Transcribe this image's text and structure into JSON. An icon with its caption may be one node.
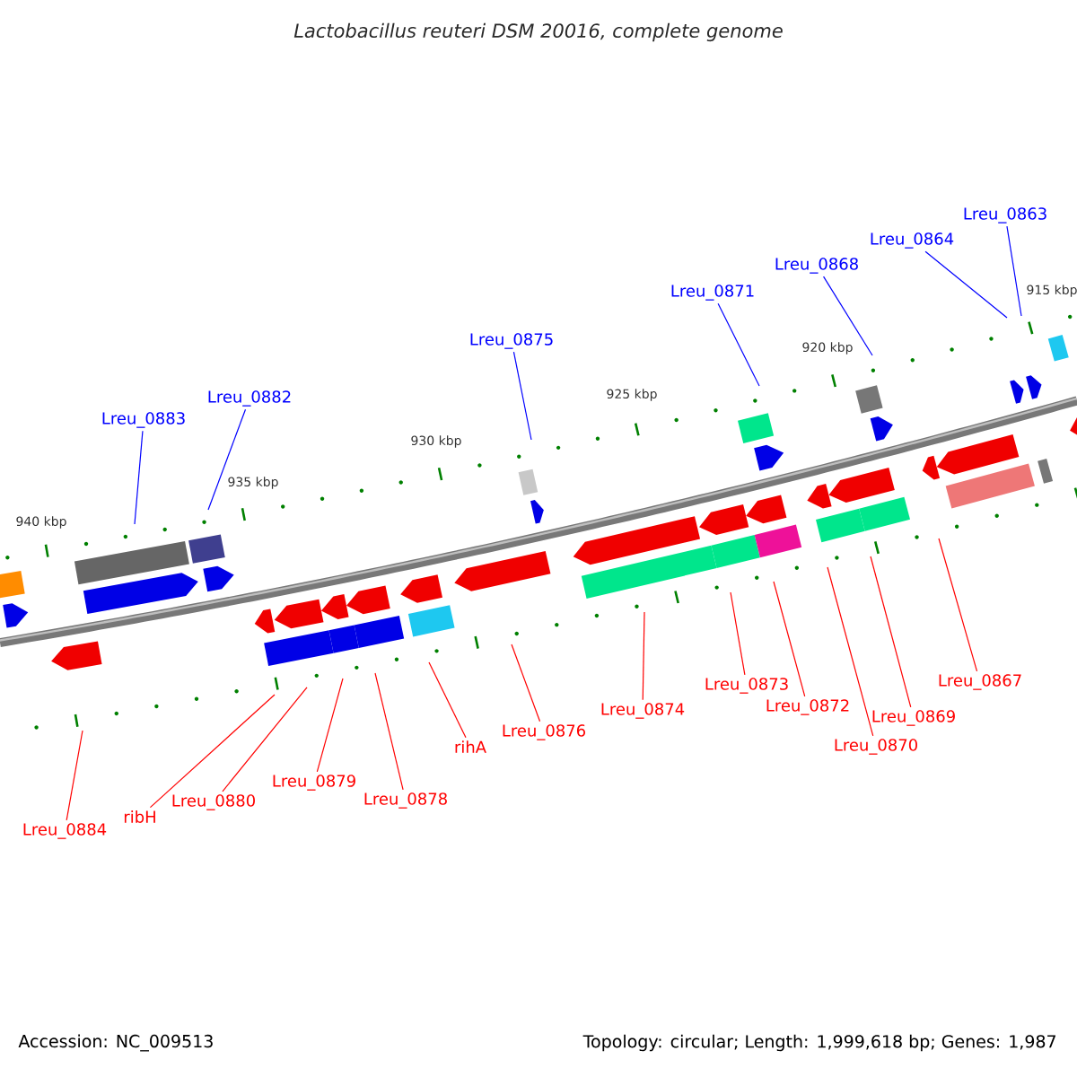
{
  "diagram": {
    "title": "Lactobacillus reuteri DSM 20016, complete genome",
    "nodes": [
      {
        "text": [
          "Lreu_0883"
        ]
      },
      {
        "text": [
          "Lreu_0882"
        ]
      },
      {
        "text": [
          "Lreu_0875"
        ]
      },
      {
        "text": [
          "Lreu_0871"
        ]
      },
      {
        "text": [
          "Lreu_0868"
        ]
      },
      {
        "text": [
          "Lreu_0864"
        ]
      },
      {
        "text": [
          "Lreu_0863"
        ]
      },
      {
        "text": [
          "Lreu_0884"
        ]
      },
      {
        "text": [
          "ribH"
        ]
      },
      {
        "text": [
          "Lreu_0880"
        ]
      },
      {
        "text": [
          "Lreu_0879"
        ]
      },
      {
        "text": [
          "Lreu_0878"
        ]
      },
      {
        "text": [
          "rihA"
        ]
      },
      {
        "text": [
          "Lreu_0876"
        ]
      },
      {
        "text": [
          "Lreu_0874"
        ]
      },
      {
        "text": [
          "Lreu_0873"
        ]
      },
      {
        "text": [
          "Lreu_0872"
        ]
      },
      {
        "text": [
          "Lreu_0870"
        ]
      },
      {
        "text": [
          "Lreu_0869"
        ]
      },
      {
        "text": [
          "Lreu_0867"
        ]
      }
    ],
    "edges": [
      {
        "from": 0,
        "to": null,
        "arrow": "none",
        "color": "#0000ff"
      },
      {
        "from": 1,
        "to": null,
        "arrow": "none",
        "color": "#0000ff"
      },
      {
        "from": 2,
        "to": null,
        "arrow": "none",
        "color": "#0000ff"
      },
      {
        "from": 3,
        "to": null,
        "arrow": "none",
        "color": "#0000ff"
      },
      {
        "from": 4,
        "to": null,
        "arrow": "none",
        "color": "#0000ff"
      },
      {
        "from": 5,
        "to": null,
        "arrow": "none",
        "color": "#0000ff"
      },
      {
        "from": 6,
        "to": null,
        "arrow": "none",
        "color": "#0000ff"
      },
      {
        "from": 7,
        "to": null,
        "arrow": "none"
      },
      {
        "from": 8,
        "to": null,
        "arrow": "none"
      },
      {
        "from": 9,
        "to": null,
        "arrow": "none"
      },
      {
        "from": 10,
        "to": null,
        "arrow": "none"
      },
      {
        "from": 11,
        "to": null,
        "arrow": "none"
      },
      {
        "from": 12,
        "to": null,
        "arrow": "none"
      },
      {
        "from": 13,
        "to": null,
        "arrow": "none"
      },
      {
        "from": 14,
        "to": null,
        "arrow": "none"
      },
      {
        "from": 15,
        "to": null,
        "arrow": "none"
      },
      {
        "from": 16,
        "to": null,
        "arrow": "none"
      },
      {
        "from": 17,
        "to": null,
        "arrow": "none"
      },
      {
        "from": 18,
        "to": null,
        "arrow": "none"
      },
      {
        "from": 19,
        "to": null,
        "arrow": "none"
      }
    ],
    "labels": [
      "940 kbp",
      "935 kbp",
      "930 kbp",
      "925 kbp",
      "920 kbp",
      "915 kbp",
      "Accession: NC_009513",
      "Topology: circular; Length: 1,999,618 bp; Genes: 1,987"
    ]
  }
}
